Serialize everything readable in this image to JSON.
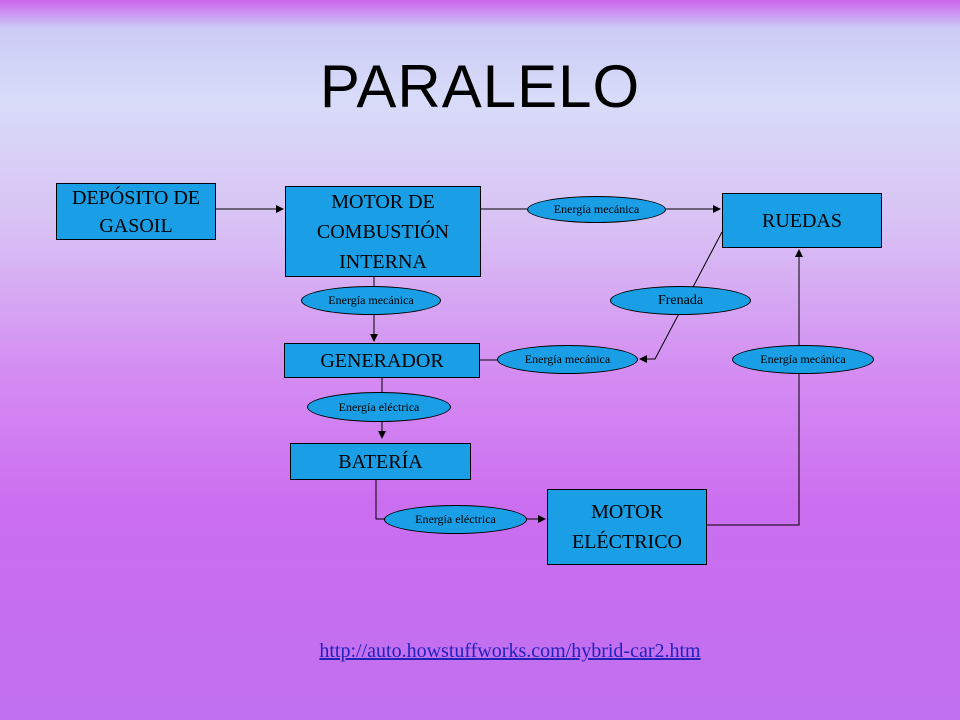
{
  "title": "PARALELO",
  "boxes": {
    "deposito": "DEPÓSITO DE\nGASOIL",
    "motor_combustion": "MOTOR DE\nCOMBUSTIÓN\nINTERNA",
    "ruedas": "RUEDAS",
    "generador": "GENERADOR",
    "bateria": "BATERÍA",
    "motor_electrico": "MOTOR\nELÉCTRICO"
  },
  "labels": {
    "energia_mecanica_top": "Energía mecánica",
    "energia_mecanica_left": "Energía mecánica",
    "frenada": "Frenada",
    "energia_mecanica_mid": "Energía mecánica",
    "energia_mecanica_right": "Energía mecánica",
    "energia_electrica_gen": "Energía eléctrica",
    "energia_electrica_bat": "Energía eléctrica"
  },
  "source_url": "http://auto.howstuffworks.com/hybrid-car2.htm",
  "colors": {
    "box_fill": "#1a9ee6",
    "link": "#2222bb"
  }
}
